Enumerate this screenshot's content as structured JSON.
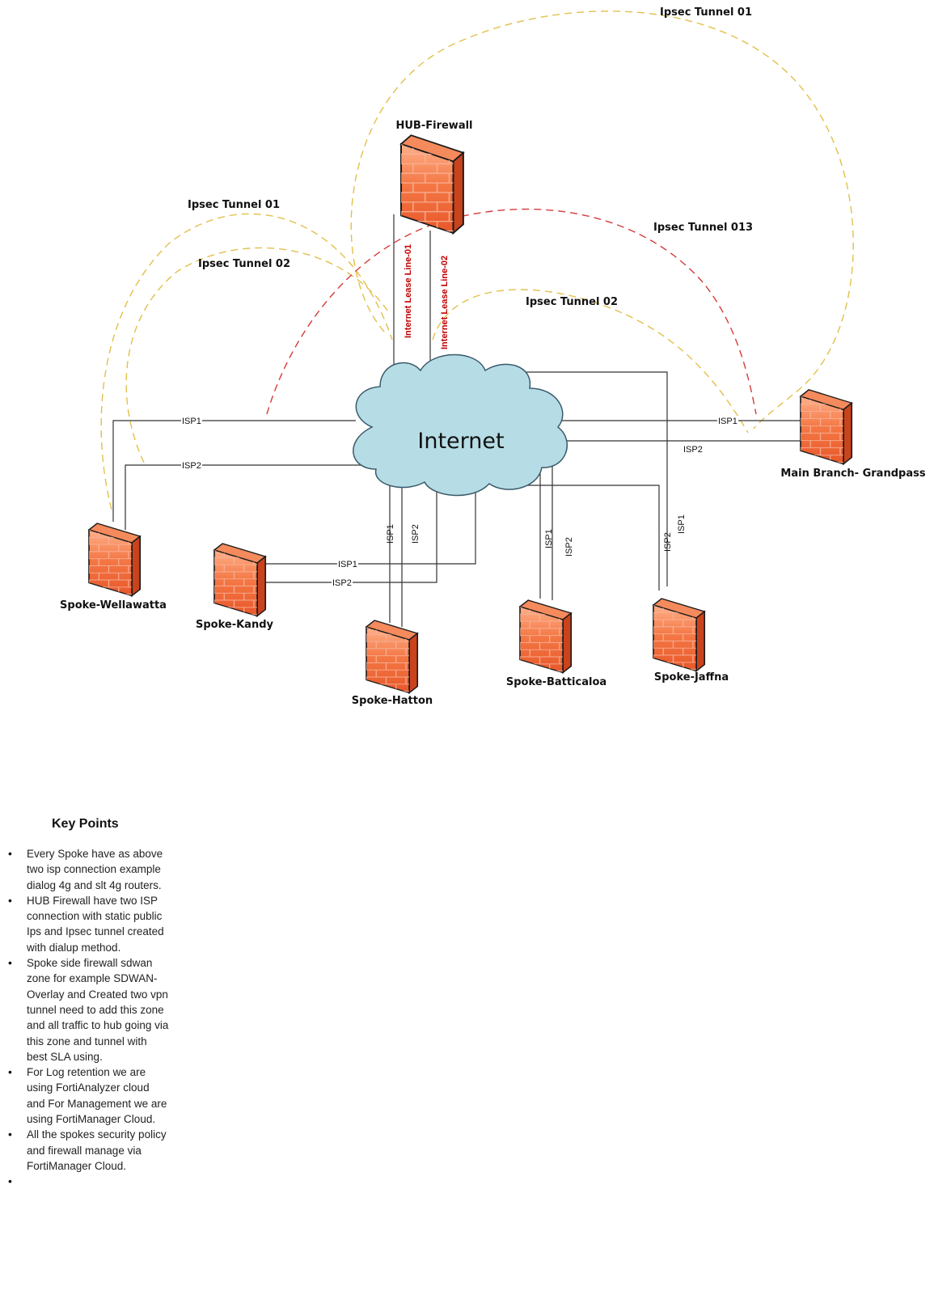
{
  "diagram": {
    "hub": {
      "label": "HUB-Firewall",
      "lease_line_1": "Internet Lease Line-01",
      "lease_line_2": "Internet Lease Line-02"
    },
    "cloud": {
      "label": "Internet"
    },
    "main_branch": {
      "label": "Main Branch- Grandpass"
    },
    "spokes": {
      "wellawatta": "Spoke-Wellawatta",
      "kandy": "Spoke-Kandy",
      "hatton": "Spoke-Hatton",
      "batticaloa": "Spoke-Batticaloa",
      "jaffna": "Spoke-Jaffna"
    },
    "tunnels": {
      "top_right_01": "Ipsec Tunnel 01",
      "left_01": "Ipsec Tunnel 01",
      "left_02": "Ipsec Tunnel 02",
      "right_013": "Ipsec Tunnel 013",
      "middle_02": "Ipsec Tunnel 02"
    },
    "isp": {
      "isp1": "ISP1",
      "isp2": "ISP2"
    },
    "colors": {
      "firewall": "#f0703a",
      "cloud": "#b6dde6",
      "tunnel_yellow": "#e2c04a",
      "tunnel_red": "#d63a3a"
    }
  },
  "key_points": {
    "title": "Key Points",
    "items": [
      "Every Spoke have as above two isp connection example dialog 4g and slt 4g routers.",
      "HUB Firewall have two ISP connection with static public Ips and Ipsec tunnel created with dialup method.",
      "Spoke side firewall sdwan zone for example SDWAN-Overlay and Created two vpn tunnel need to add this zone and all traffic to hub going via this zone and tunnel with best SLA using.",
      "For Log retention we are using FortiAnalyzer cloud and For Management we are using FortiManager Cloud.",
      "All the spokes security policy and firewall manage via FortiManager Cloud.",
      ""
    ]
  }
}
